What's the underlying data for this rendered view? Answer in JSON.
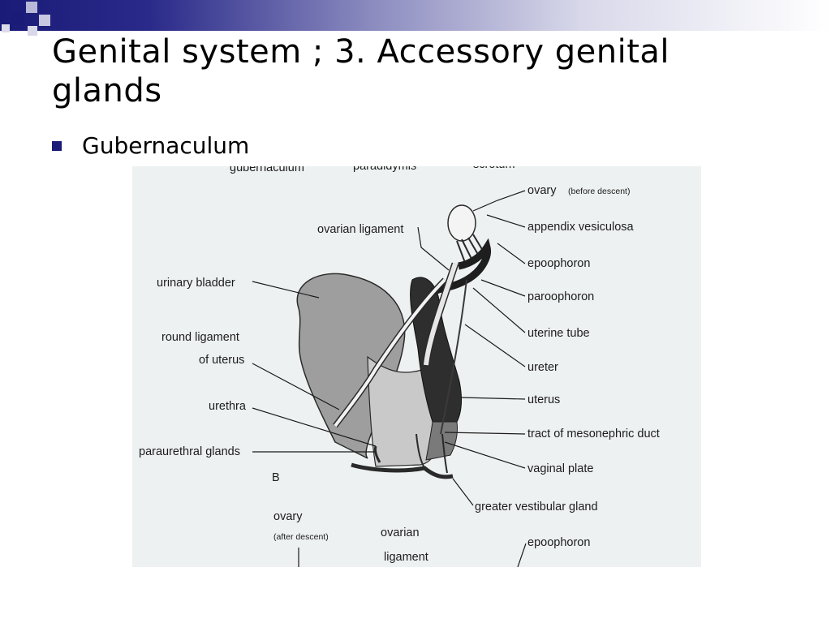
{
  "slide": {
    "title": "Genital system ; 3. Accessory genital glands",
    "bullet": "Gubernaculum"
  },
  "figure": {
    "top_cut_labels": [
      "gubernaculum",
      "paradidymis",
      "scrotum"
    ],
    "labels": {
      "ovary": "ovary",
      "ovary_before_descent": "(before descent)",
      "appendix_vesiculosa": "appendix vesiculosa",
      "epoophoron": "epoophoron",
      "paroophoron": "paroophoron",
      "uterine_tube": "uterine tube",
      "ureter": "ureter",
      "uterus": "uterus",
      "tract_mesonephric_duct": "tract of mesonephric duct",
      "vaginal_plate": "vaginal plate",
      "greater_vestibular_gland": "greater vestibular gland",
      "ovarian_ligament": "ovarian ligament",
      "urinary_bladder": "urinary bladder",
      "round_ligament_1": "round ligament",
      "round_ligament_2": "of uterus",
      "urethra": "urethra",
      "paraurethral_glands": "paraurethral glands",
      "panel_b": "B",
      "ovary_after_1": "ovary",
      "ovary_after_2": "(after descent)",
      "ovarian_ligament_lower_1": "ovarian",
      "ovarian_ligament_lower_2": "ligament",
      "epoophoron_lower": "epoophoron"
    }
  },
  "colors": {
    "accent": "#1a1a78",
    "figure_background": "#eef1f1"
  }
}
